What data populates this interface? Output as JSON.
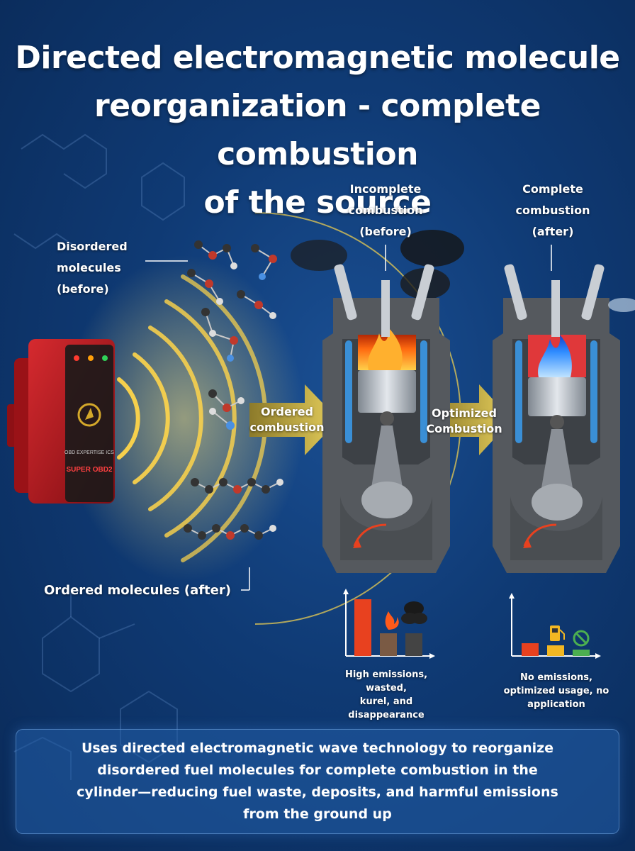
{
  "title": {
    "line1": "Directed electromagnetic molecule",
    "line2": "reorganization - complete combustion",
    "line3": "of the source"
  },
  "labels": {
    "disordered": [
      "Disordered",
      "molecules",
      "(before)"
    ],
    "ordered_molecules": "Ordered molecules (after)",
    "incomplete": [
      "Incomplete",
      "combustion",
      "(before)"
    ],
    "complete": [
      "Complete",
      "combustion",
      "(after)"
    ],
    "ordered_combustion": [
      "Ordered",
      "combustion"
    ],
    "optimized_combustion": [
      "Optimized",
      "Combustion"
    ],
    "before_chart_caption": [
      "High emissions, wasted,",
      "kurel, and",
      "disappearance"
    ],
    "after_chart_caption": [
      "No emissions,",
      "optimized usage, no",
      "application"
    ]
  },
  "device": {
    "brand_text": "SUPER OBD2",
    "small_text": "OBD EXPERTISE ICS",
    "led_labels": [
      "",
      "",
      ""
    ],
    "led_colors": [
      "#ff3b30",
      "#ff9f0a",
      "#30d158"
    ],
    "body_color": "#b3161c"
  },
  "icons": [
    "flame-icon",
    "smoke-cloud-icon",
    "fuel-pump-icon",
    "no-symbol-icon",
    "chemical-structure-icon"
  ],
  "colors": {
    "wave": "#ffd54a",
    "arrow": "#d9c255",
    "flame_before": "#ff7a1a",
    "flame_after": "#2f8cff",
    "bar_red": "#e8411f"
  },
  "footer": {
    "line1": "Uses directed electromagnetic wave technology to reorganize",
    "line2": "disordered fuel molecules for complete combustion in the",
    "line3": "cylinder—reducing fuel waste, deposits, and harmful emissions",
    "line4": "from the ground up"
  }
}
